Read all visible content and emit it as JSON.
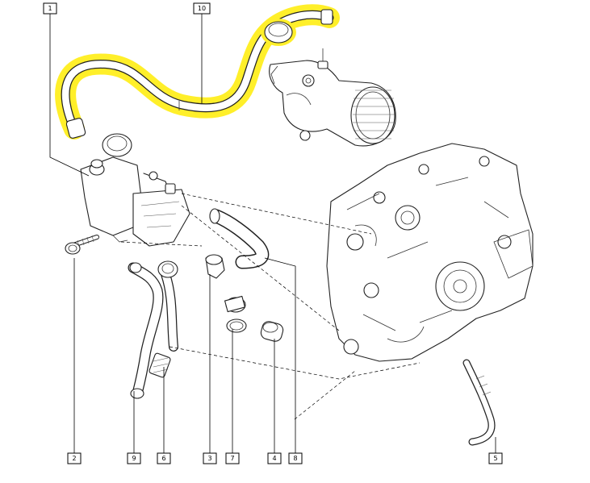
{
  "callouts": {
    "c1": "1",
    "c10": "10",
    "c2": "2",
    "c9": "9",
    "c6": "6",
    "c3": "3",
    "c7": "7",
    "c4": "4",
    "c8": "8",
    "c5": "5"
  },
  "colors": {
    "highlight": "#ffef2a",
    "line": "#222222"
  }
}
